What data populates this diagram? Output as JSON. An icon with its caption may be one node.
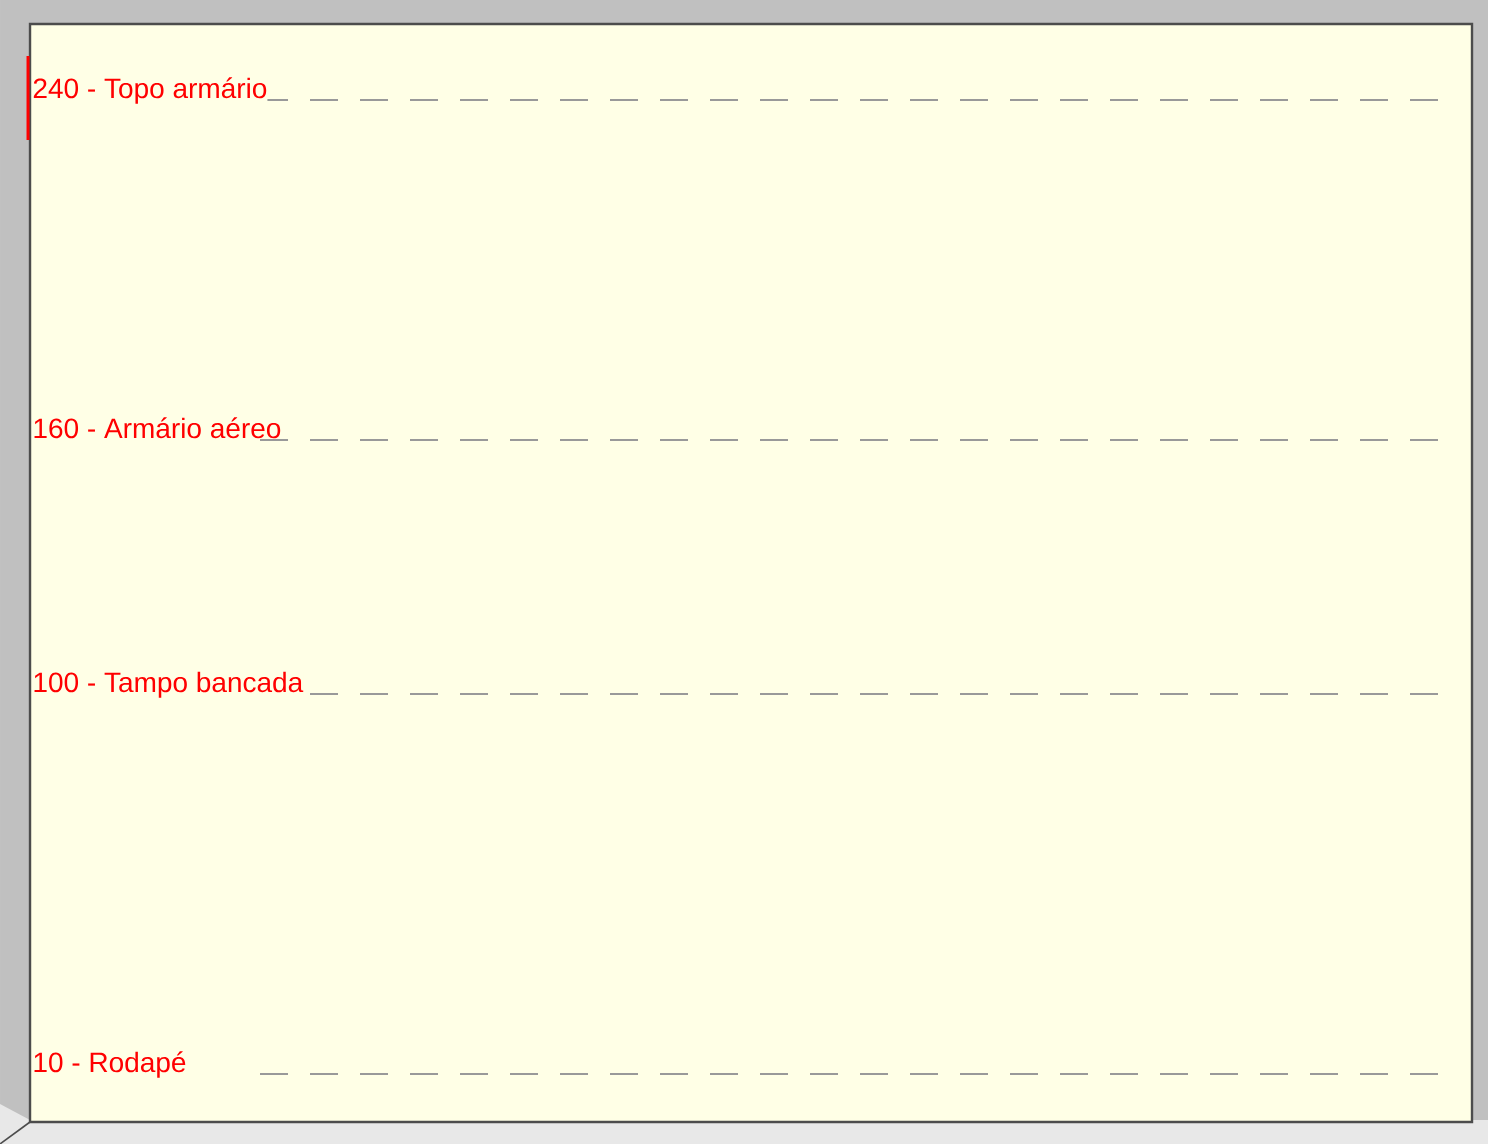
{
  "diagram": {
    "labels": [
      "240 - Topo armário",
      "160 - Armário aéreo",
      "100 - Tampo bancada",
      "10 - Rodapé"
    ]
  }
}
